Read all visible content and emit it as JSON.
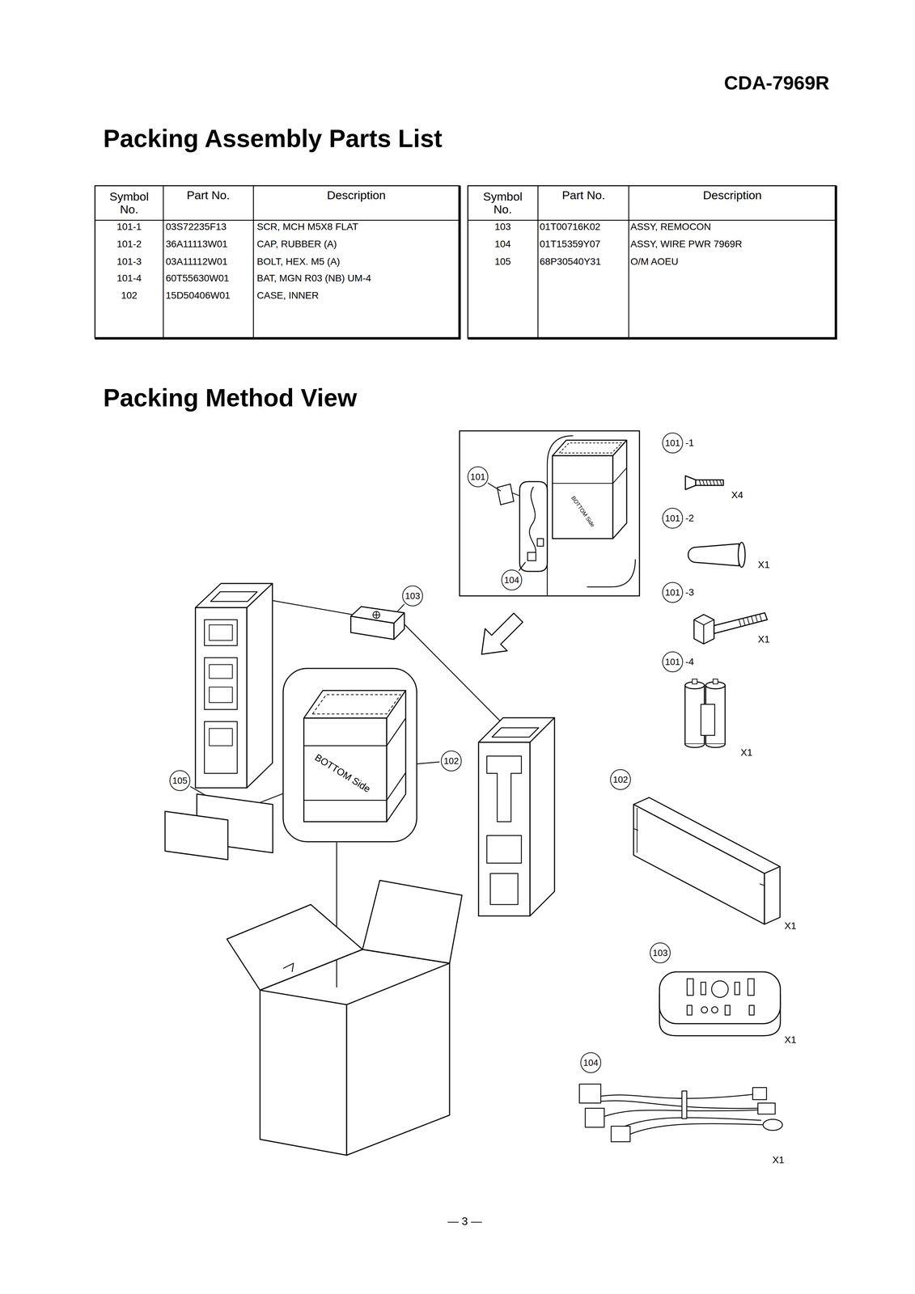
{
  "diagram": {
    "title": "Packing Assembly Parts List",
    "nodes": [
      {
        "text": [
          "101"
        ]
      },
      {
        "text": [
          "101"
        ]
      },
      {
        "text": [
          "101"
        ]
      },
      {
        "text": [
          "104"
        ]
      },
      {
        "text": [
          "101"
        ]
      },
      {
        "text": [
          "103"
        ]
      },
      {
        "text": [
          "101"
        ]
      },
      {
        "text": [
          "102"
        ]
      },
      {
        "text": [
          "102"
        ]
      },
      {
        "text": [
          "105"
        ]
      },
      {
        "text": [
          "103"
        ]
      },
      {
        "text": [
          "104"
        ]
      }
    ],
    "labels": [
      "CDA-7969R",
      "Packing Method View",
      "Symbol No.",
      "Part No.",
      "Description",
      "101-1",
      "03S72235F13",
      "SCR, MCH M5X8 FLAT",
      "101-2",
      "36A11113W01",
      "CAP, RUBBER (A)",
      "101-3",
      "03A11112W01",
      "BOLT, HEX. M5 (A)",
      "101-4",
      "60T55630W01",
      "BAT, MGN R03 (NB) UM-4",
      "102",
      "15D50406W01",
      "CASE, INNER",
      "Symbol No.",
      "Part No.",
      "Description",
      "103",
      "01T00716K02",
      "ASSY, REMOCON",
      "104",
      "01T15359Y07",
      "ASSY, WIRE PWR 7969R",
      "105",
      "68P30540Y31",
      "O/M AOEU",
      "BOTTOM Side",
      "BOTTOM Side",
      "-1",
      "X4",
      "-2",
      "X1",
      "-3",
      "X1",
      "-4",
      "X1",
      "X1",
      "X1",
      "X1",
      "— 3 —"
    ]
  }
}
